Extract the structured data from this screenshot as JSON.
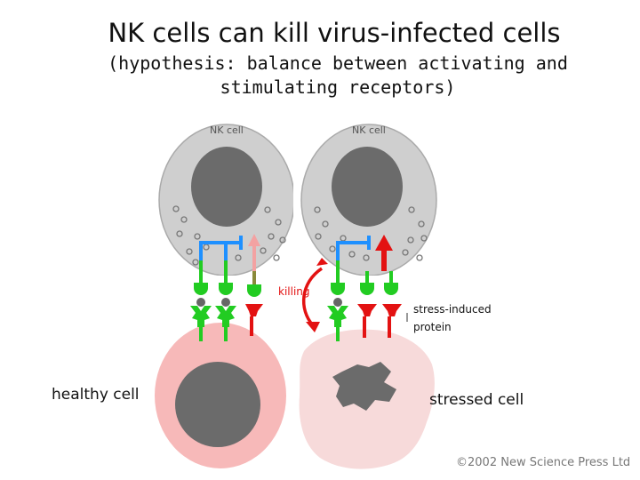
{
  "title": "NK cells can kill virus-infected cells",
  "subtitle": "(hypothesis: balance between activating and stimulating receptors)",
  "figure": {
    "nk_cell_left_label": "NK cell",
    "nk_cell_right_label": "NK cell",
    "killing_label": "killing",
    "stress_induced_protein_label": "stress-induced protein",
    "healthy_cell_label": "healthy cell",
    "stressed_cell_label": "stressed cell",
    "copyright": "©2002 New Science Press Ltd"
  },
  "colors": {
    "nk_cell_body": "#cfcfcf",
    "nucleus": "#6b6b6b",
    "healthy_cell": "#f7b9b9",
    "stressed_cell": "#f7dada",
    "activating_receptor": "#22cc22",
    "inhibitory_signal": "#1e90ff",
    "stress_protein": "#e31212",
    "killing_arrow": "#e31212",
    "weak_activation_arrow": "#f3a2a2"
  }
}
